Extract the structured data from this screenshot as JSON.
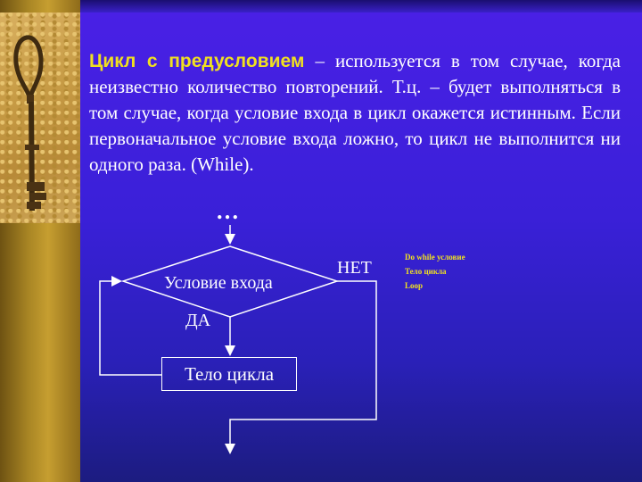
{
  "paragraph": {
    "term": "Цикл с предусловием",
    "text": " – используется в том случае, когда неизвестно количество повторений. Т.ц. – будет выполняться в том случае, когда условие входа в цикл окажется истинным. Если первоначальное условие входа ложно, то цикл не выполнится ни одного раза. (While)."
  },
  "flowchart": {
    "ellipsis": "…",
    "condition_label": "Условие входа",
    "yes_label": "ДА",
    "no_label": "НЕТ",
    "body_label": "Тело цикла"
  },
  "code": {
    "lines": [
      "Do while условие",
      "Тело цикла",
      "Loop"
    ]
  },
  "colors": {
    "accent_term": "#f0e020",
    "text": "#ffffff",
    "background": "#3a20d8"
  }
}
